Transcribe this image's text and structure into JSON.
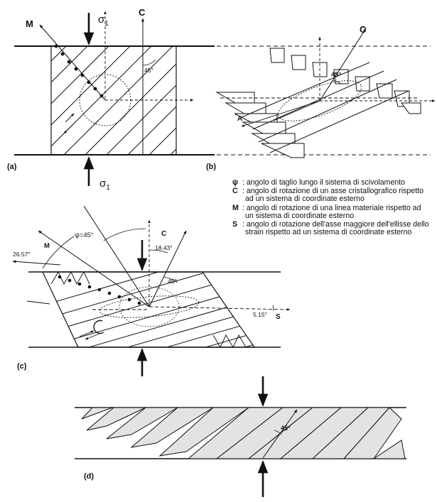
{
  "labels": {
    "a": "(a)",
    "b": "(b)",
    "c": "(c)",
    "d": "(d)",
    "M": "M",
    "C": "C",
    "S": "S",
    "A": "A",
    "sigma": "σ",
    "sigma_sub": "1"
  },
  "angles": {
    "a_c": "45°",
    "b_c": "45°",
    "c_psi": "ψ=45°",
    "c_m": "26.57°",
    "c_c": "18.43°",
    "c_inner": "45°",
    "c_s": "5.15°",
    "d_angle": "45°"
  },
  "legend": [
    {
      "sym": "ψ",
      "text": ": angolo di taglio lungo il sistema di scivolamento"
    },
    {
      "sym": "C",
      "text": ": angolo di rotazione di un asse cristallografico rispetto ad un sistema di coordinate esterno"
    },
    {
      "sym": "M",
      "text": ": angolo di rotazione di una linea materiale rispetto ad un sistema di coordinate esterno"
    },
    {
      "sym": "S",
      "text": ": angolo di rotazione dell'asse maggiore dell'ellisse dello strain rispetto ad un sistema di coordinate esterno"
    }
  ],
  "colors": {
    "ink": "#111111",
    "fill": "#e3e3e3"
  }
}
